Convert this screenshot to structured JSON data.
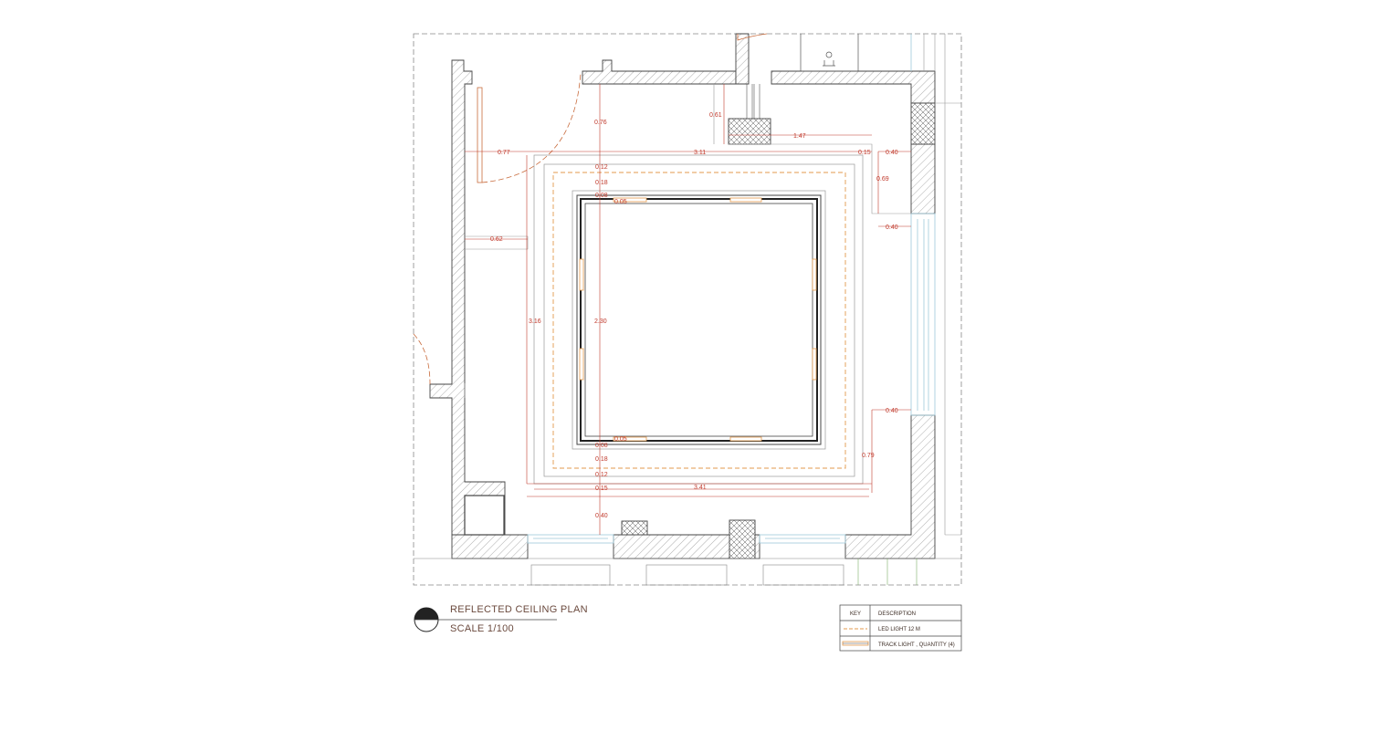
{
  "title_block": {
    "title": "REFLECTED CEILING PLAN",
    "scale": "SCALE 1/100"
  },
  "key_table": {
    "header_key": "KEY",
    "header_description": "DESCRIPTION",
    "rows": [
      {
        "symbol": "led-dashed-line-icon",
        "description": "LED LIGHT 12 M"
      },
      {
        "symbol": "track-light-icon",
        "description": "TRACK LIGHT , QUANTITY (4)"
      }
    ]
  },
  "dimensions": {
    "top_slab_076": "0.76",
    "top_dist_077": "0.77",
    "top_width_311": "3.11",
    "right_offset_015": "0.15",
    "right_040_a": "0.40",
    "right_069": "0.69",
    "right_040_b": "0.40",
    "col_061": "0.61",
    "col_147": "1.47",
    "left_062": "0.62",
    "left_316": "3.16",
    "center_230": "2.30",
    "top_012": "0.12",
    "top_018": "0.18",
    "top_008": "0.08",
    "top_005": "0.05",
    "bot_005": "0.05",
    "bot_008": "0.08",
    "bot_018": "0.18",
    "bot_012": "0.12",
    "bot_015": "0.15",
    "bot_341": "3.41",
    "bot_040": "0.40",
    "right_040_c": "0.40",
    "right_079": "0.79"
  },
  "colors": {
    "wall_line": "#444444",
    "hatch": "#8a8a8a",
    "dimension": "#c0392b",
    "led": "#e39a4c",
    "window": "#9ec9d9",
    "title_text": "#6b4a3e"
  }
}
